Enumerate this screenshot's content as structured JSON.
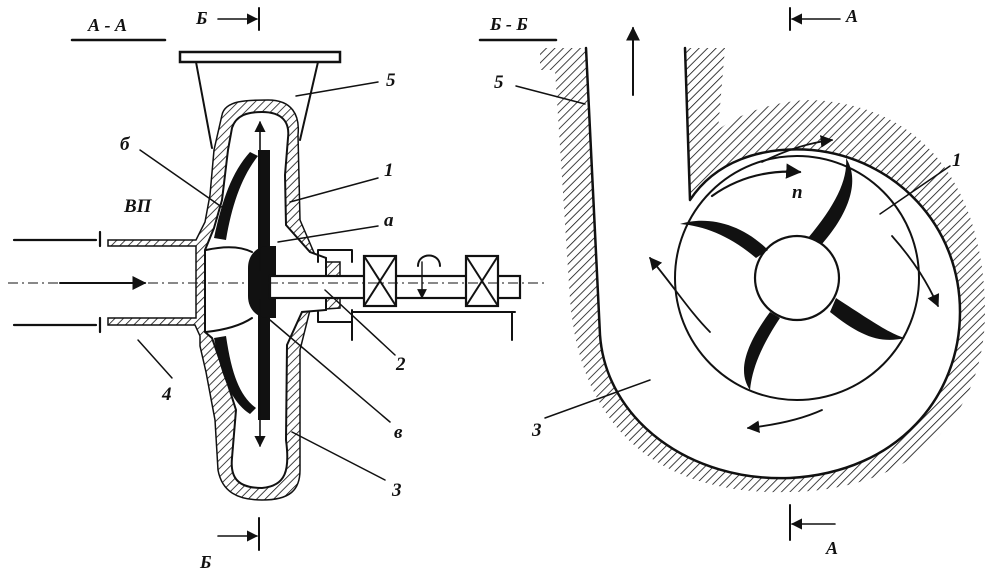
{
  "section_left": "А - А",
  "section_right": "Б - Б",
  "labels": {
    "b_top": "Б",
    "b_bottom": "Б",
    "a_top": "А",
    "a_bottom": "А",
    "n5_left": "5",
    "n1_left": "1",
    "n_b_small": "б",
    "vp": "ВП",
    "n_a_small": "а",
    "n2": "2",
    "n4": "4",
    "n_v_small": "в",
    "n3_left": "3",
    "n5_right": "5",
    "n1_right": "1",
    "n_rot": "n",
    "n3_right": "3"
  },
  "colors": {
    "ink": "#111111",
    "background": "#ffffff"
  }
}
